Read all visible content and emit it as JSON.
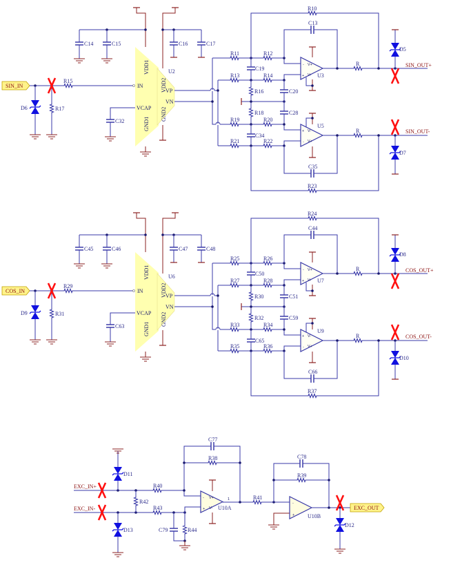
{
  "colors": {
    "wire": "#3a3aa8",
    "junction": "#1a1a70",
    "ground": "#8b2020",
    "diode": "#1010e0",
    "no_fit_mark": "#ff1010",
    "chip_fill": "#ffffb0",
    "port_fill": "#fff38a"
  },
  "opamp_pins": {
    "minus": "-",
    "plus": "+",
    "vpos": "V+",
    "vneg": "V-"
  },
  "isolator_pins": {
    "in": "IN",
    "vcap": "VCAP",
    "gnd1": "GND1",
    "vdd1": "VDD1",
    "vdd2": "VDD2",
    "gnd2": "GND2",
    "vp": "VP",
    "vn": "VN"
  },
  "sin_block": {
    "in_port": "SIN_IN",
    "r_in": "R15",
    "d_in": "D6",
    "r_pull": "R17",
    "c_v1a": "C14",
    "c_v1b": "C15",
    "c_v2a": "C16",
    "c_v2b": "C17",
    "c_vcap": "C32",
    "iso": "U2",
    "r_fb_top": "R10",
    "c_fb_top": "C13",
    "r_a1": "R11",
    "r_a2": "R12",
    "c_a": "C19",
    "r_b1": "R13",
    "r_b2": "R14",
    "r_mid1": "R16",
    "c_b": "C20",
    "r_mid2": "R18",
    "c_c": "C28",
    "r_c1": "R19",
    "r_c2": "R20",
    "c_d": "C34",
    "r_d1": "R21",
    "r_d2": "R22",
    "c_fb_bot": "C35",
    "r_fb_bot": "R23",
    "amp_top": "U3",
    "amp_bot": "U5",
    "r_out_top": "R",
    "r_out_bot": "R",
    "d_top": "D5",
    "d_bot": "D7",
    "out_pos": "SIN_OUT+",
    "out_neg": "SIN_OUT-"
  },
  "cos_block": {
    "in_port": "COS_IN",
    "r_in": "R29",
    "d_in": "D9",
    "r_pull": "R31",
    "c_v1a": "C45",
    "c_v1b": "C46",
    "c_v2a": "C47",
    "c_v2b": "C48",
    "c_vcap": "C63",
    "iso": "U6",
    "r_fb_top": "R24",
    "c_fb_top": "C44",
    "r_a1": "R25",
    "r_a2": "R26",
    "c_a": "C50",
    "r_b1": "R27",
    "r_b2": "R28",
    "r_mid1": "R30",
    "c_b": "C51",
    "r_mid2": "R32",
    "c_c": "C59",
    "r_c1": "R33",
    "r_c2": "R34",
    "c_d": "C65",
    "r_d1": "R35",
    "r_d2": "R36",
    "c_fb_bot": "C66",
    "r_fb_bot": "R37",
    "amp_top": "U7",
    "amp_bot": "U9",
    "r_out_top": "R",
    "r_out_bot": "R",
    "d_top": "D8",
    "d_bot": "D10",
    "out_pos": "COS_OUT+",
    "out_neg": "COS_OUT-"
  },
  "exc_block": {
    "in_pos": "EXC_IN+",
    "in_neg": "EXC_IN-",
    "d_pos": "D11",
    "d_neg": "D13",
    "r_pos": "R40",
    "r_bridge": "R42",
    "r_neg": "R43",
    "c_bias": "C79",
    "r_bias": "R44",
    "c_fb1": "C77",
    "r_fb1": "R38",
    "amp1": "U10A",
    "amp1_pin": "1",
    "r_mid": "R41",
    "c_fb2": "C78",
    "r_fb2": "R39",
    "amp2": "U10B",
    "out_port": "EXC_OUT",
    "d_out": "D12"
  }
}
